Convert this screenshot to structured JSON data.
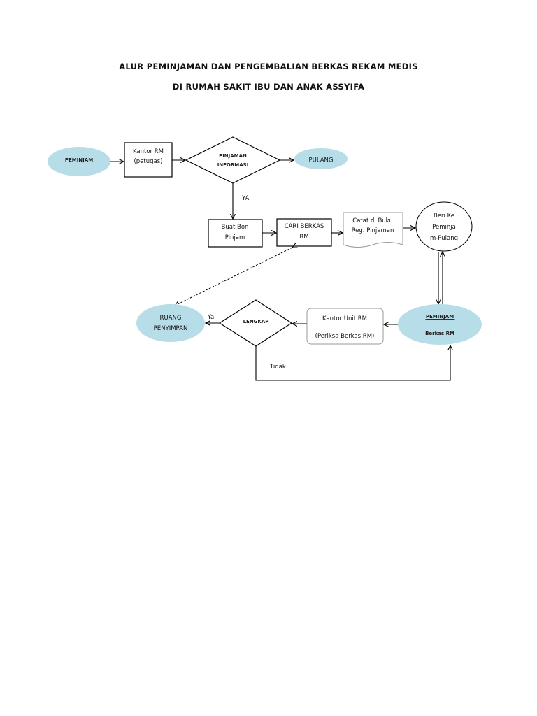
{
  "title": {
    "line1": "ALUR PEMINJAMAN DAN PENGEMBALIAN BERKAS REKAM MEDIS",
    "line2": "DI RUMAH SAKIT IBU DAN ANAK ASSYIFA"
  },
  "nodes": {
    "peminjam_start": "PEMINJAM",
    "kantor_rm": [
      "Kantor RM",
      "(petugas)"
    ],
    "pinjaman_informasi": [
      "PINJAMAN",
      "INFORMASI"
    ],
    "pulang": "PULANG",
    "buat_bon": [
      "Buat Bon",
      "Pinjam"
    ],
    "cari_berkas": [
      "CARI BERKAS",
      "RM"
    ],
    "catat_buku": [
      "Catat di Buku",
      "Reg. Pinjaman"
    ],
    "beri_ke": [
      "Beri Ke",
      "Peminja",
      "m-Pulang"
    ],
    "peminjam_berkas": [
      "PEMINJAM",
      "Berkas RM"
    ],
    "kantor_unit": [
      "Kantor Unit RM",
      "(Periksa Berkas RM)"
    ],
    "lengkap": "LENGKAP",
    "ruang_penyimpan": [
      "RUANG",
      "PENYIMPAN"
    ]
  },
  "edge_labels": {
    "ya_upper": "YA",
    "ya_lower": "Ya",
    "tidak": "Tidak"
  },
  "colors": {
    "oval_fill": "#b7dde8",
    "line": "#000000",
    "light_border": "#9a9a9a"
  }
}
